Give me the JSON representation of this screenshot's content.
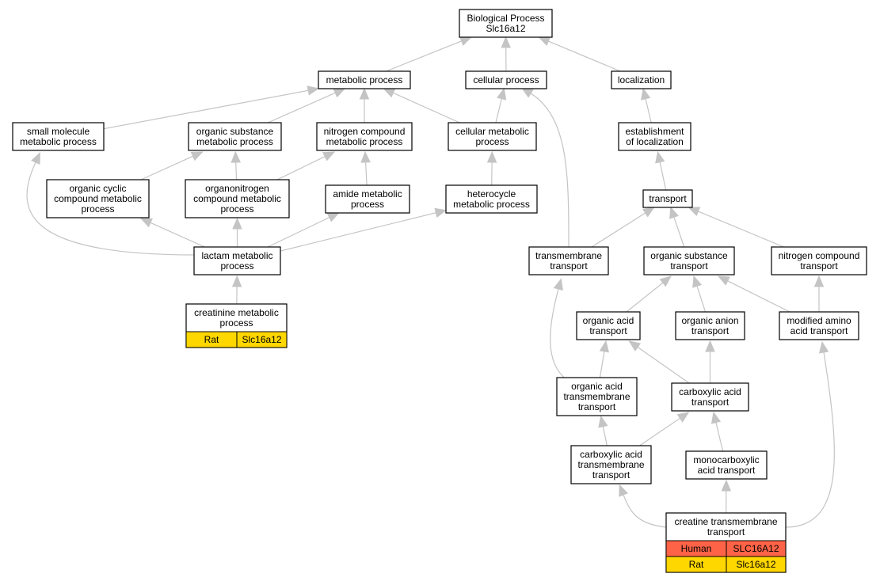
{
  "diagram": {
    "title": "Biological Process Slc16a12",
    "nodes": [
      {
        "id": "root",
        "lines": [
          "Biological Process",
          "Slc16a12"
        ]
      },
      {
        "id": "metabolic",
        "lines": [
          "metabolic process"
        ]
      },
      {
        "id": "cellular",
        "lines": [
          "cellular process"
        ]
      },
      {
        "id": "localization",
        "lines": [
          "localization"
        ]
      },
      {
        "id": "smallmol",
        "lines": [
          "small molecule",
          "metabolic process"
        ]
      },
      {
        "id": "orgsubst_met",
        "lines": [
          "organic substance",
          "metabolic process"
        ]
      },
      {
        "id": "nitrogen_met",
        "lines": [
          "nitrogen compound",
          "metabolic process"
        ]
      },
      {
        "id": "cell_met",
        "lines": [
          "cellular metabolic",
          "process"
        ]
      },
      {
        "id": "estab_loc",
        "lines": [
          "establishment",
          "of localization"
        ]
      },
      {
        "id": "orgcyclic",
        "lines": [
          "organic cyclic",
          "compound metabolic",
          "process"
        ]
      },
      {
        "id": "organonitrogen",
        "lines": [
          "organonitrogen",
          "compound metabolic",
          "process"
        ]
      },
      {
        "id": "amide",
        "lines": [
          "amide metabolic",
          "process"
        ]
      },
      {
        "id": "heterocycle",
        "lines": [
          "heterocycle",
          "metabolic process"
        ]
      },
      {
        "id": "transport",
        "lines": [
          "transport"
        ]
      },
      {
        "id": "lactam",
        "lines": [
          "lactam metabolic",
          "process"
        ]
      },
      {
        "id": "tm_transport",
        "lines": [
          "transmembrane",
          "transport"
        ]
      },
      {
        "id": "orgsubst_tr",
        "lines": [
          "organic substance",
          "transport"
        ]
      },
      {
        "id": "nitrogen_tr",
        "lines": [
          "nitrogen compound",
          "transport"
        ]
      },
      {
        "id": "creatinine",
        "lines": [
          "creatinine metabolic",
          "process"
        ],
        "annotations": [
          {
            "species": "Rat",
            "gene": "Slc16a12",
            "color": "#ffd700"
          }
        ]
      },
      {
        "id": "orgacid_tr",
        "lines": [
          "organic acid",
          "transport"
        ]
      },
      {
        "id": "organion_tr",
        "lines": [
          "organic anion",
          "transport"
        ]
      },
      {
        "id": "modaa_tr",
        "lines": [
          "modified amino",
          "acid transport"
        ]
      },
      {
        "id": "orgacid_tm",
        "lines": [
          "organic acid",
          "transmembrane",
          "transport"
        ]
      },
      {
        "id": "carbox_tr",
        "lines": [
          "carboxylic acid",
          "transport"
        ]
      },
      {
        "id": "carbox_tm",
        "lines": [
          "carboxylic acid",
          "transmembrane",
          "transport"
        ]
      },
      {
        "id": "monocarbox",
        "lines": [
          "monocarboxylic",
          "acid transport"
        ]
      },
      {
        "id": "creatine_tm",
        "lines": [
          "creatine transmembrane",
          "transport"
        ],
        "annotations": [
          {
            "species": "Human",
            "gene": "SLC16A12",
            "color": "#ff6347"
          },
          {
            "species": "Rat",
            "gene": "Slc16a12",
            "color": "#ffd700"
          }
        ]
      }
    ],
    "edges": [
      {
        "from": "metabolic",
        "to": "root"
      },
      {
        "from": "cellular",
        "to": "root"
      },
      {
        "from": "localization",
        "to": "root"
      },
      {
        "from": "smallmol",
        "to": "metabolic"
      },
      {
        "from": "orgsubst_met",
        "to": "metabolic"
      },
      {
        "from": "nitrogen_met",
        "to": "metabolic"
      },
      {
        "from": "cell_met",
        "to": "metabolic"
      },
      {
        "from": "cell_met",
        "to": "cellular"
      },
      {
        "from": "tm_transport",
        "to": "cellular"
      },
      {
        "from": "estab_loc",
        "to": "localization"
      },
      {
        "from": "orgcyclic",
        "to": "orgsubst_met"
      },
      {
        "from": "organonitrogen",
        "to": "orgsubst_met"
      },
      {
        "from": "organonitrogen",
        "to": "nitrogen_met"
      },
      {
        "from": "amide",
        "to": "nitrogen_met"
      },
      {
        "from": "heterocycle",
        "to": "cell_met"
      },
      {
        "from": "transport",
        "to": "estab_loc"
      },
      {
        "from": "lactam",
        "to": "smallmol"
      },
      {
        "from": "lactam",
        "to": "orgcyclic"
      },
      {
        "from": "lactam",
        "to": "organonitrogen"
      },
      {
        "from": "lactam",
        "to": "amide"
      },
      {
        "from": "lactam",
        "to": "heterocycle"
      },
      {
        "from": "tm_transport",
        "to": "transport"
      },
      {
        "from": "orgsubst_tr",
        "to": "transport"
      },
      {
        "from": "nitrogen_tr",
        "to": "transport"
      },
      {
        "from": "creatinine",
        "to": "lactam"
      },
      {
        "from": "orgacid_tr",
        "to": "orgsubst_tr"
      },
      {
        "from": "organion_tr",
        "to": "orgsubst_tr"
      },
      {
        "from": "modaa_tr",
        "to": "orgsubst_tr"
      },
      {
        "from": "modaa_tr",
        "to": "nitrogen_tr"
      },
      {
        "from": "orgacid_tm",
        "to": "tm_transport"
      },
      {
        "from": "orgacid_tm",
        "to": "orgacid_tr"
      },
      {
        "from": "carbox_tr",
        "to": "orgacid_tr"
      },
      {
        "from": "carbox_tr",
        "to": "organion_tr"
      },
      {
        "from": "carbox_tm",
        "to": "orgacid_tm"
      },
      {
        "from": "carbox_tm",
        "to": "carbox_tr"
      },
      {
        "from": "monocarbox",
        "to": "carbox_tr"
      },
      {
        "from": "creatine_tm",
        "to": "carbox_tm"
      },
      {
        "from": "creatine_tm",
        "to": "monocarbox"
      },
      {
        "from": "creatine_tm",
        "to": "modaa_tr"
      }
    ],
    "colors": {
      "edge": "#c4c4c4",
      "human": "#ff6347",
      "rat": "#ffd700"
    }
  }
}
